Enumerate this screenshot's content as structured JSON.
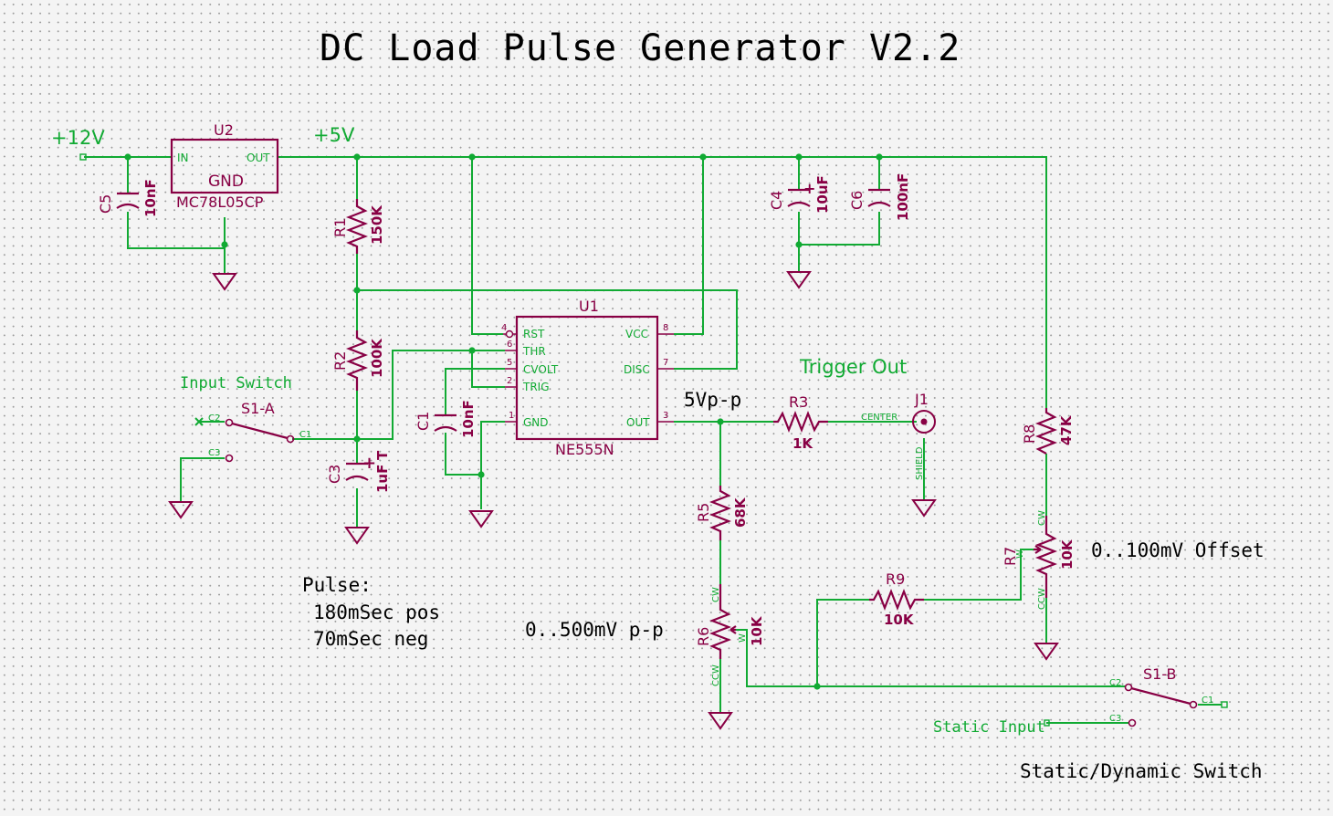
{
  "title": "DC Load Pulse Generator  V2.2",
  "nets": {
    "v12": "+12V",
    "v5": "+5V",
    "pp5": "5Vp-p"
  },
  "labels": {
    "input_switch": "Input Switch",
    "trigger_out": "Trigger Out",
    "offset": "0..100mV Offset",
    "ptp": "0..500mV p-p",
    "static_input": "Static Input",
    "static_dynamic": "Static/Dynamic Switch",
    "pulse_title": "Pulse:",
    "pulse_pos": "180mSec pos",
    "pulse_neg": "70mSec neg"
  },
  "components": {
    "U1": {
      "ref": "U1",
      "value": "NE555N",
      "pins": {
        "rst": "RST",
        "thr": "THR",
        "cvolt": "CVOLT",
        "trig": "TRIG",
        "gnd": "GND",
        "vcc": "VCC",
        "disc": "DISC",
        "out": "OUT"
      },
      "pin_numbers": {
        "rst": "4",
        "thr": "6",
        "cvolt": "5",
        "trig": "2",
        "gnd": "1",
        "vcc": "8",
        "disc": "7",
        "out": "3"
      }
    },
    "U2": {
      "ref": "U2",
      "value": "MC78L05CP",
      "pins": {
        "in": "IN",
        "out": "OUT",
        "gnd": "GND"
      }
    },
    "R1": {
      "ref": "R1",
      "value": "150K"
    },
    "R2": {
      "ref": "R2",
      "value": "100K"
    },
    "R3": {
      "ref": "R3",
      "value": "1K"
    },
    "R5": {
      "ref": "R5",
      "value": "68K"
    },
    "R6": {
      "ref": "R6",
      "value": "10K"
    },
    "R7": {
      "ref": "R7",
      "value": "10K"
    },
    "R8": {
      "ref": "R8",
      "value": "47K"
    },
    "R9": {
      "ref": "R9",
      "value": "10K"
    },
    "C1": {
      "ref": "C1",
      "value": "10nF"
    },
    "C3": {
      "ref": "C3",
      "value": "1uF"
    },
    "C4": {
      "ref": "C4",
      "value": "10uF"
    },
    "C5": {
      "ref": "C5",
      "value": "10nF"
    },
    "C6": {
      "ref": "C6",
      "value": "100nF"
    },
    "J1": {
      "ref": "J1",
      "center": "CENTER",
      "shield": "SHIELD"
    },
    "S1A": {
      "ref": "S1-A",
      "c1": "C1",
      "c2": "C2",
      "c3": "C3"
    },
    "S1B": {
      "ref": "S1-B",
      "c1": "C1",
      "c2": "C2",
      "c3": "C3"
    }
  },
  "pot_pins": {
    "cw": "CW",
    "ccw": "CCW",
    "w": "W"
  },
  "polarity": {
    "plus": "+",
    "t": "T"
  },
  "colors": {
    "wire": "#11aa33",
    "part": "#880044",
    "text": "#000000",
    "background": "#f4f4f4"
  }
}
